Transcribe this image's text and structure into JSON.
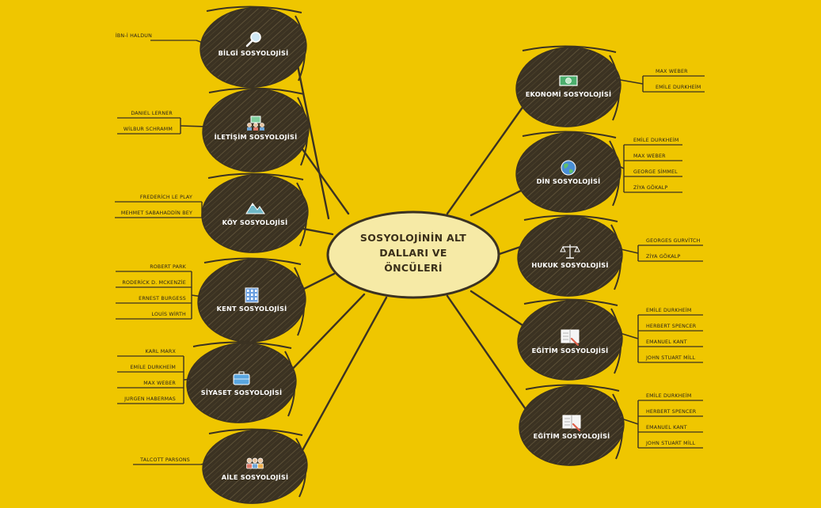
{
  "center": {
    "lines": [
      "SOSYOLOJİNİN ALT",
      "DALLARI VE",
      "ÖNCÜLERİ"
    ]
  },
  "branches": [
    {
      "title": "BİLGİ SOSYOLOJİSİ",
      "icon": "magnifier-icon",
      "leaves": [
        "İBN-İ HALDUN"
      ]
    },
    {
      "title": "İLETİŞİM SOSYOLOJİSİ",
      "icon": "meeting-icon",
      "leaves": [
        "DANIEL LERNER",
        "WİLBUR SCHRAMM"
      ]
    },
    {
      "title": "KÖY SOSYOLOJİSİ",
      "icon": "mountain-icon",
      "leaves": [
        "FREDERİCH LE PLAY",
        "MEHMET SABAHADDİN BEY"
      ]
    },
    {
      "title": "KENT SOSYOLOJİSİ",
      "icon": "building-icon",
      "leaves": [
        "ROBERT PARK",
        "RODERİCK D. MCKENZİE",
        "ERNEST BURGESS",
        "LOUİS WİRTH"
      ]
    },
    {
      "title": "SİYASET SOSYOLOJİSİ",
      "icon": "briefcase-icon",
      "leaves": [
        "KARL MARX",
        "EMİLE DURKHEİM",
        "MAX WEBER",
        "JURGEN HABERMAS"
      ]
    },
    {
      "title": "AİLE SOSYOLOJİSİ",
      "icon": "family-icon",
      "leaves": [
        "TALCOTT PARSONS"
      ]
    },
    {
      "title": "EKONOMİ SOSYOLOJİSİ",
      "icon": "banknote-icon",
      "leaves": [
        "MAX WEBER",
        "EMİLE DURKHEİM"
      ]
    },
    {
      "title": "DİN SOSYOLOJİSİ",
      "icon": "globe-icon",
      "leaves": [
        "EMİLE DURKHEİM",
        "MAX WEBER",
        "GEORGE SİMMEL",
        "ZİYA GÖKALP"
      ]
    },
    {
      "title": "HUKUK SOSYOLOJİSİ",
      "icon": "scales-icon",
      "leaves": [
        "GEORGES GURVİTCH",
        "ZİYA GÖKALP"
      ]
    },
    {
      "title": "EĞİTİM SOSYOLOJİSİ",
      "icon": "book-icon",
      "leaves": [
        "EMİLE DURKHEİM",
        "HERBERT SPENCER",
        "EMANUEL KANT",
        "JOHN STUART MİLL"
      ]
    },
    {
      "title": "EĞİTİM SOSYOLOJİSİ",
      "icon": "book-icon",
      "leaves": [
        "EMİLE DURKHEİM",
        "HERBERT SPENCER",
        "EMANUEL KANT",
        "JOHN STUART MİLL"
      ]
    }
  ],
  "colors": {
    "background": "#efc600",
    "node": "#3b3222",
    "center_fill": "#f6eaa6",
    "line": "#3b3222"
  }
}
